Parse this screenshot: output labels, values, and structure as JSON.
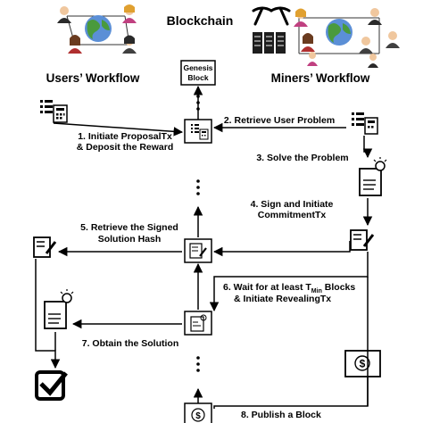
{
  "title": "Blockchain",
  "users_workflow": "Users’ Workflow",
  "miners_workflow": "Miners’ Workflow",
  "genesis_block": [
    "Genesis",
    "Block"
  ],
  "steps": {
    "s1": [
      "1. Initiate ProposalTx",
      "& Deposit the Reward"
    ],
    "s2": "2. Retrieve User Problem",
    "s3": "3. Solve the Problem",
    "s4": [
      "4. Sign and Initiate",
      "CommitmentTx"
    ],
    "s5": [
      "5. Retrieve the Signed",
      "Solution Hash"
    ],
    "s6_pre": "6. Wait for at least T",
    "s6_sub": "Min",
    "s6_post": " Blocks",
    "s6_line2": "& Initiate RevealingTx",
    "s7": "7. Obtain the Solution",
    "s8": [
      "8. Publish a Block"
    ]
  },
  "icons": {
    "users_group": "users-network-icon",
    "miners_group": "miners-network-icon",
    "calculator": "calculator-icon",
    "document_sign": "document-sign-icon",
    "solution_doc": "solution-document-icon",
    "checkmark": "checkmark-icon",
    "dollar": "dollar-icon",
    "mining": "pickaxe-icon",
    "server": "server-icon"
  }
}
